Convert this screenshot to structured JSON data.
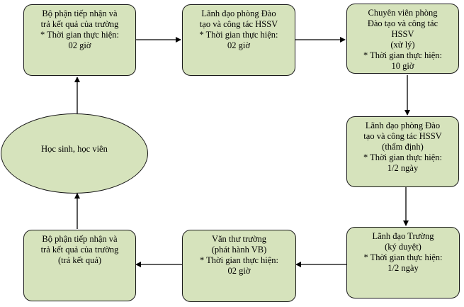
{
  "nodes": {
    "box1": {
      "lines": [
        "Bộ phận tiếp nhận và",
        "trả kết quả của trường",
        "* Thời gian thực hiện:",
        "02 giờ"
      ]
    },
    "box2": {
      "lines": [
        "Lãnh đạo phòng Đào",
        "tạo và công tác HSSV",
        "* Thời gian thực hiện:",
        "02 giờ"
      ]
    },
    "box3": {
      "lines": [
        "Chuyên viên phòng",
        "Đào tạo và công tác",
        "HSSV",
        "(xử lý)",
        "* Thời gian thực hiện:",
        "10 giờ"
      ]
    },
    "box4": {
      "lines": [
        "Lãnh đạo phòng Đào",
        "tạo và công tác HSSV",
        "(thẩm định)",
        "* Thời gian thực hiện:",
        "1/2 ngày"
      ]
    },
    "box5": {
      "lines": [
        "Lãnh đạo Trường",
        "(ký duyệt)",
        "* Thời gian thực hiện:",
        "1/2 ngày"
      ]
    },
    "box6": {
      "lines": [
        "Văn thư trường",
        "(phát hành VB)",
        "* Thời gian thực hiện:",
        "02 giờ"
      ]
    },
    "box7": {
      "lines": [
        "Bộ phận tiếp nhận và",
        "trả kết quả của trường",
        "(trả kết quả)"
      ]
    },
    "oval": {
      "label": "Học sinh, học viên"
    }
  },
  "colors": {
    "fill": "#d6e3bc",
    "stroke": "#1a1a1a"
  }
}
